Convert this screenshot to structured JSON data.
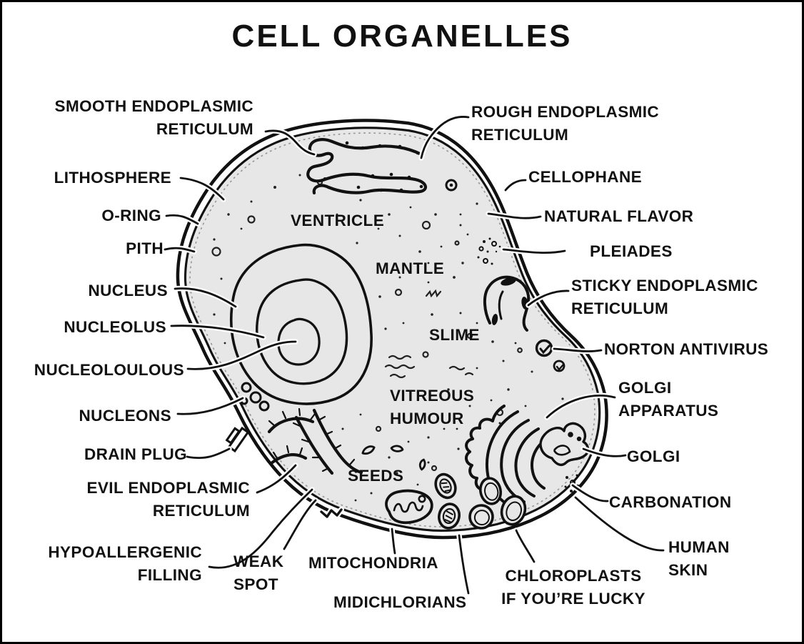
{
  "title": "CELL ORGANELLES",
  "colors": {
    "ink": "#111111",
    "cell_fill": "#e7e7e7",
    "background": "#ffffff"
  },
  "labels": {
    "left": {
      "smooth_er": "SMOOTH ENDOPLASMIC\nRETICULUM",
      "lithosphere": "LITHOSPHERE",
      "o_ring": "O-RING",
      "pith": "PITH",
      "nucleus": "NUCLEUS",
      "nucleolus": "NUCLEOLUS",
      "nucleoloulous": "NUCLEOLOULOUS",
      "nucleons": "NUCLEONS",
      "drain_plug": "DRAIN PLUG",
      "evil_er": "EVIL ENDOPLASMIC\nRETICULUM",
      "hypoallergenic_filling": "HYPOALLERGENIC\nFILLING",
      "weak_spot": "WEAK\nSPOT"
    },
    "right": {
      "rough_er": "ROUGH ENDOPLASMIC\nRETICULUM",
      "cellophane": "CELLOPHANE",
      "natural_flavor": "NATURAL FLAVOR",
      "pleiades": "PLEIADES",
      "sticky_er": "STICKY ENDOPLASMIC\nRETICULUM",
      "norton_antivirus": "NORTON ANTIVIRUS",
      "golgi_apparatus": "GOLGI\nAPPARATUS",
      "golgi": "GOLGI",
      "carbonation": "CARBONATION",
      "human_skin": "HUMAN\nSKIN"
    },
    "bottom": {
      "mitochondria": "MITOCHONDRIA",
      "midichlorians": "MIDICHLORIANS",
      "chloroplasts": "CHLOROPLASTS\nIF YOU’RE LUCKY"
    },
    "interior": {
      "ventricle": "VENTRICLE",
      "mantle": "MANTLE",
      "slime": "SLIME",
      "vitreous_humour": "VITREOUS\nHUMOUR",
      "seeds": "SEEDS"
    }
  }
}
